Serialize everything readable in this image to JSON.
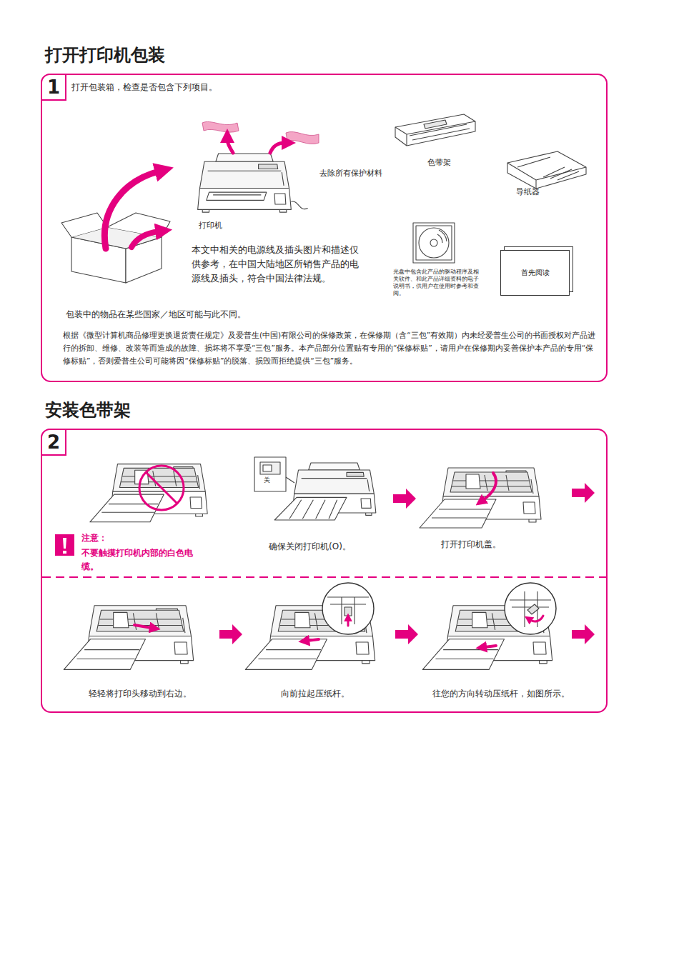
{
  "diagram": {
    "nodes": [
      {
        "text": [
          "打开打印机包装"
        ]
      },
      {
        "text": [
          "1"
        ],
        "in": 0
      },
      {
        "text": [
          "首先阅读"
        ],
        "in": 0
      },
      {
        "text": [
          "安装色带架"
        ]
      },
      {
        "text": [
          "2"
        ],
        "in": 3
      }
    ],
    "labels": [
      "打开包装箱，检查是否包含下列项目。",
      "去除所有保护材料",
      "打印机",
      "色带架",
      "导纸器",
      "本文中相关的电源线及插头图片和描述仅供参考，在中国大陆地区所销售产品的电源线及插头，符合中国法律法规。",
      "光盘中包含此产品的驱动程序及相关软件、和此产品详细资料的电子说明书，供用户在使用时参考和查阅。",
      "包装中的物品在某些国家／地区可能与此不同。",
      "根据《微型计算机商品修理更换退货责任规定》及爱普生(中国)有限公司的保修政策，在保修期（含“三包”有效期）内未经爱普生公司的书面授权对产品进行的拆卸、维修、改装等而造成的故障、损坏将不享受“三包”服务。本产品部分位置贴有专用的“保修标贴”，请用户在保修期内妥善保护本产品的专用“保修标贴”，否则爱普生公司可能将因“保修标贴”的脱落、损毁而拒绝提供“三包”服务。",
      "注意：",
      "不要触摸打印机内部的白色电缆。",
      "关",
      "确保关闭打印机(O)。",
      "打开打印机盖。",
      "轻轻将打印头移动到右边。",
      "向前拉起压纸杆。",
      "往您的方向转动压纸杆，如图所示。"
    ]
  }
}
